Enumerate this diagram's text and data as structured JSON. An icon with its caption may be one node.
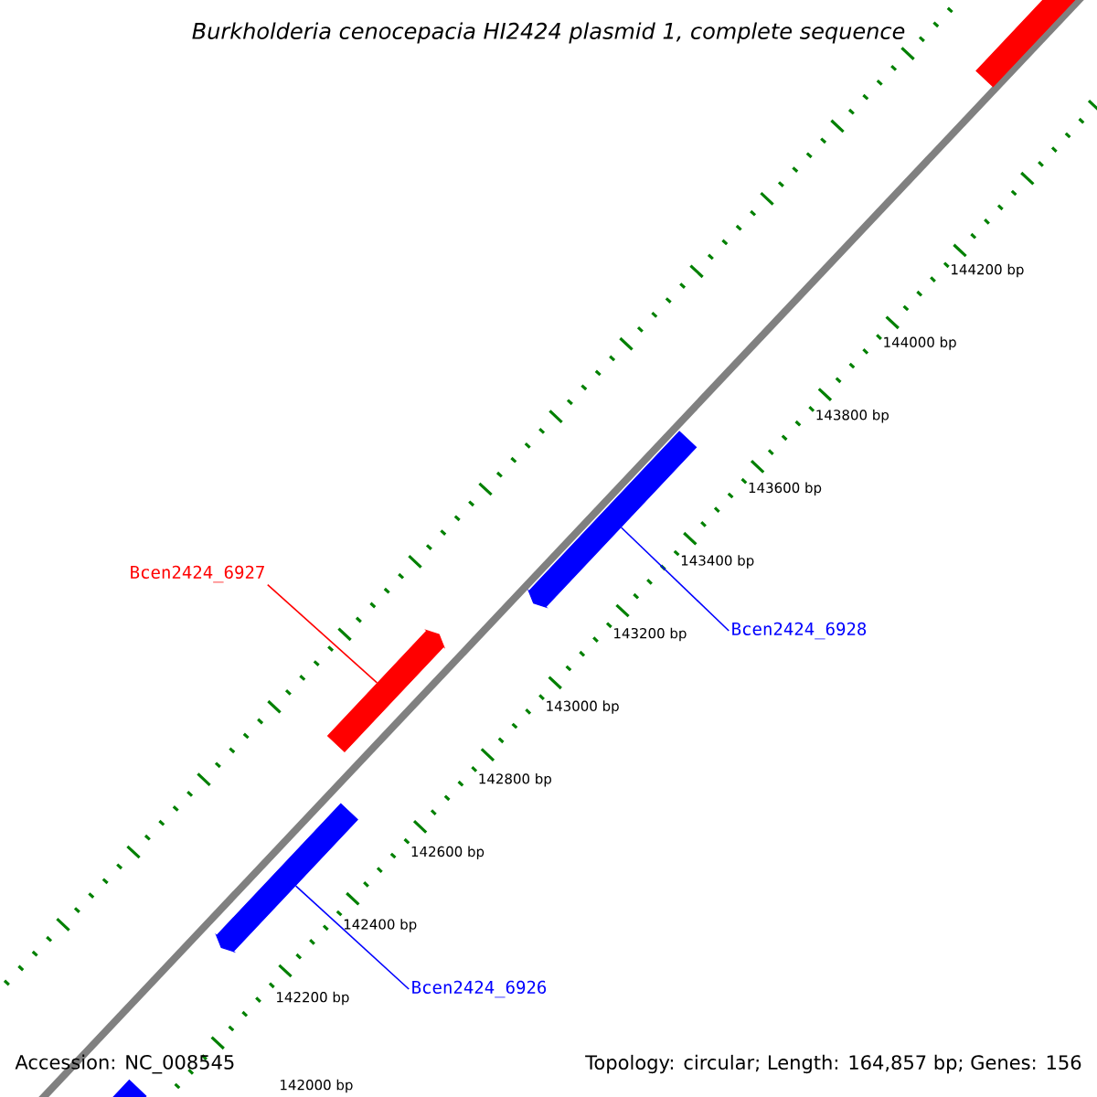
{
  "diagram": {
    "title": "Burkholderia cenocepacia HI2424 plasmid 1, complete sequence",
    "nodes": [
      {
        "text": [],
        "shape": "arrow"
      },
      {
        "text": [
          "Bcen2424_6927"
        ]
      },
      {
        "text": [],
        "shape": "arrow"
      },
      {
        "text": [],
        "shape": "arrow"
      },
      {
        "text": [
          "Bcen2424_6928"
        ]
      },
      {
        "text": [],
        "shape": "arrow"
      },
      {
        "text": [
          "Bcen2424_6926"
        ]
      },
      {
        "text": [],
        "shape": "arrow"
      }
    ],
    "edges": [
      {
        "from": 1,
        "to": 2,
        "arrow": "none",
        "color": "#ff0000"
      },
      {
        "from": 4,
        "to": 3,
        "arrow": "none"
      },
      {
        "from": 6,
        "to": 5,
        "arrow": "none"
      }
    ],
    "labels": [
      "144200 bp",
      "144000 bp",
      "143800 bp",
      "143600 bp",
      "143400 bp",
      "143200 bp",
      "143000 bp",
      "142800 bp",
      "142600 bp",
      "142400 bp",
      "142200 bp",
      "142000 bp",
      "Accession: NC_008545",
      "Topology: circular; Length: 164,857 bp; Genes: 156"
    ]
  }
}
